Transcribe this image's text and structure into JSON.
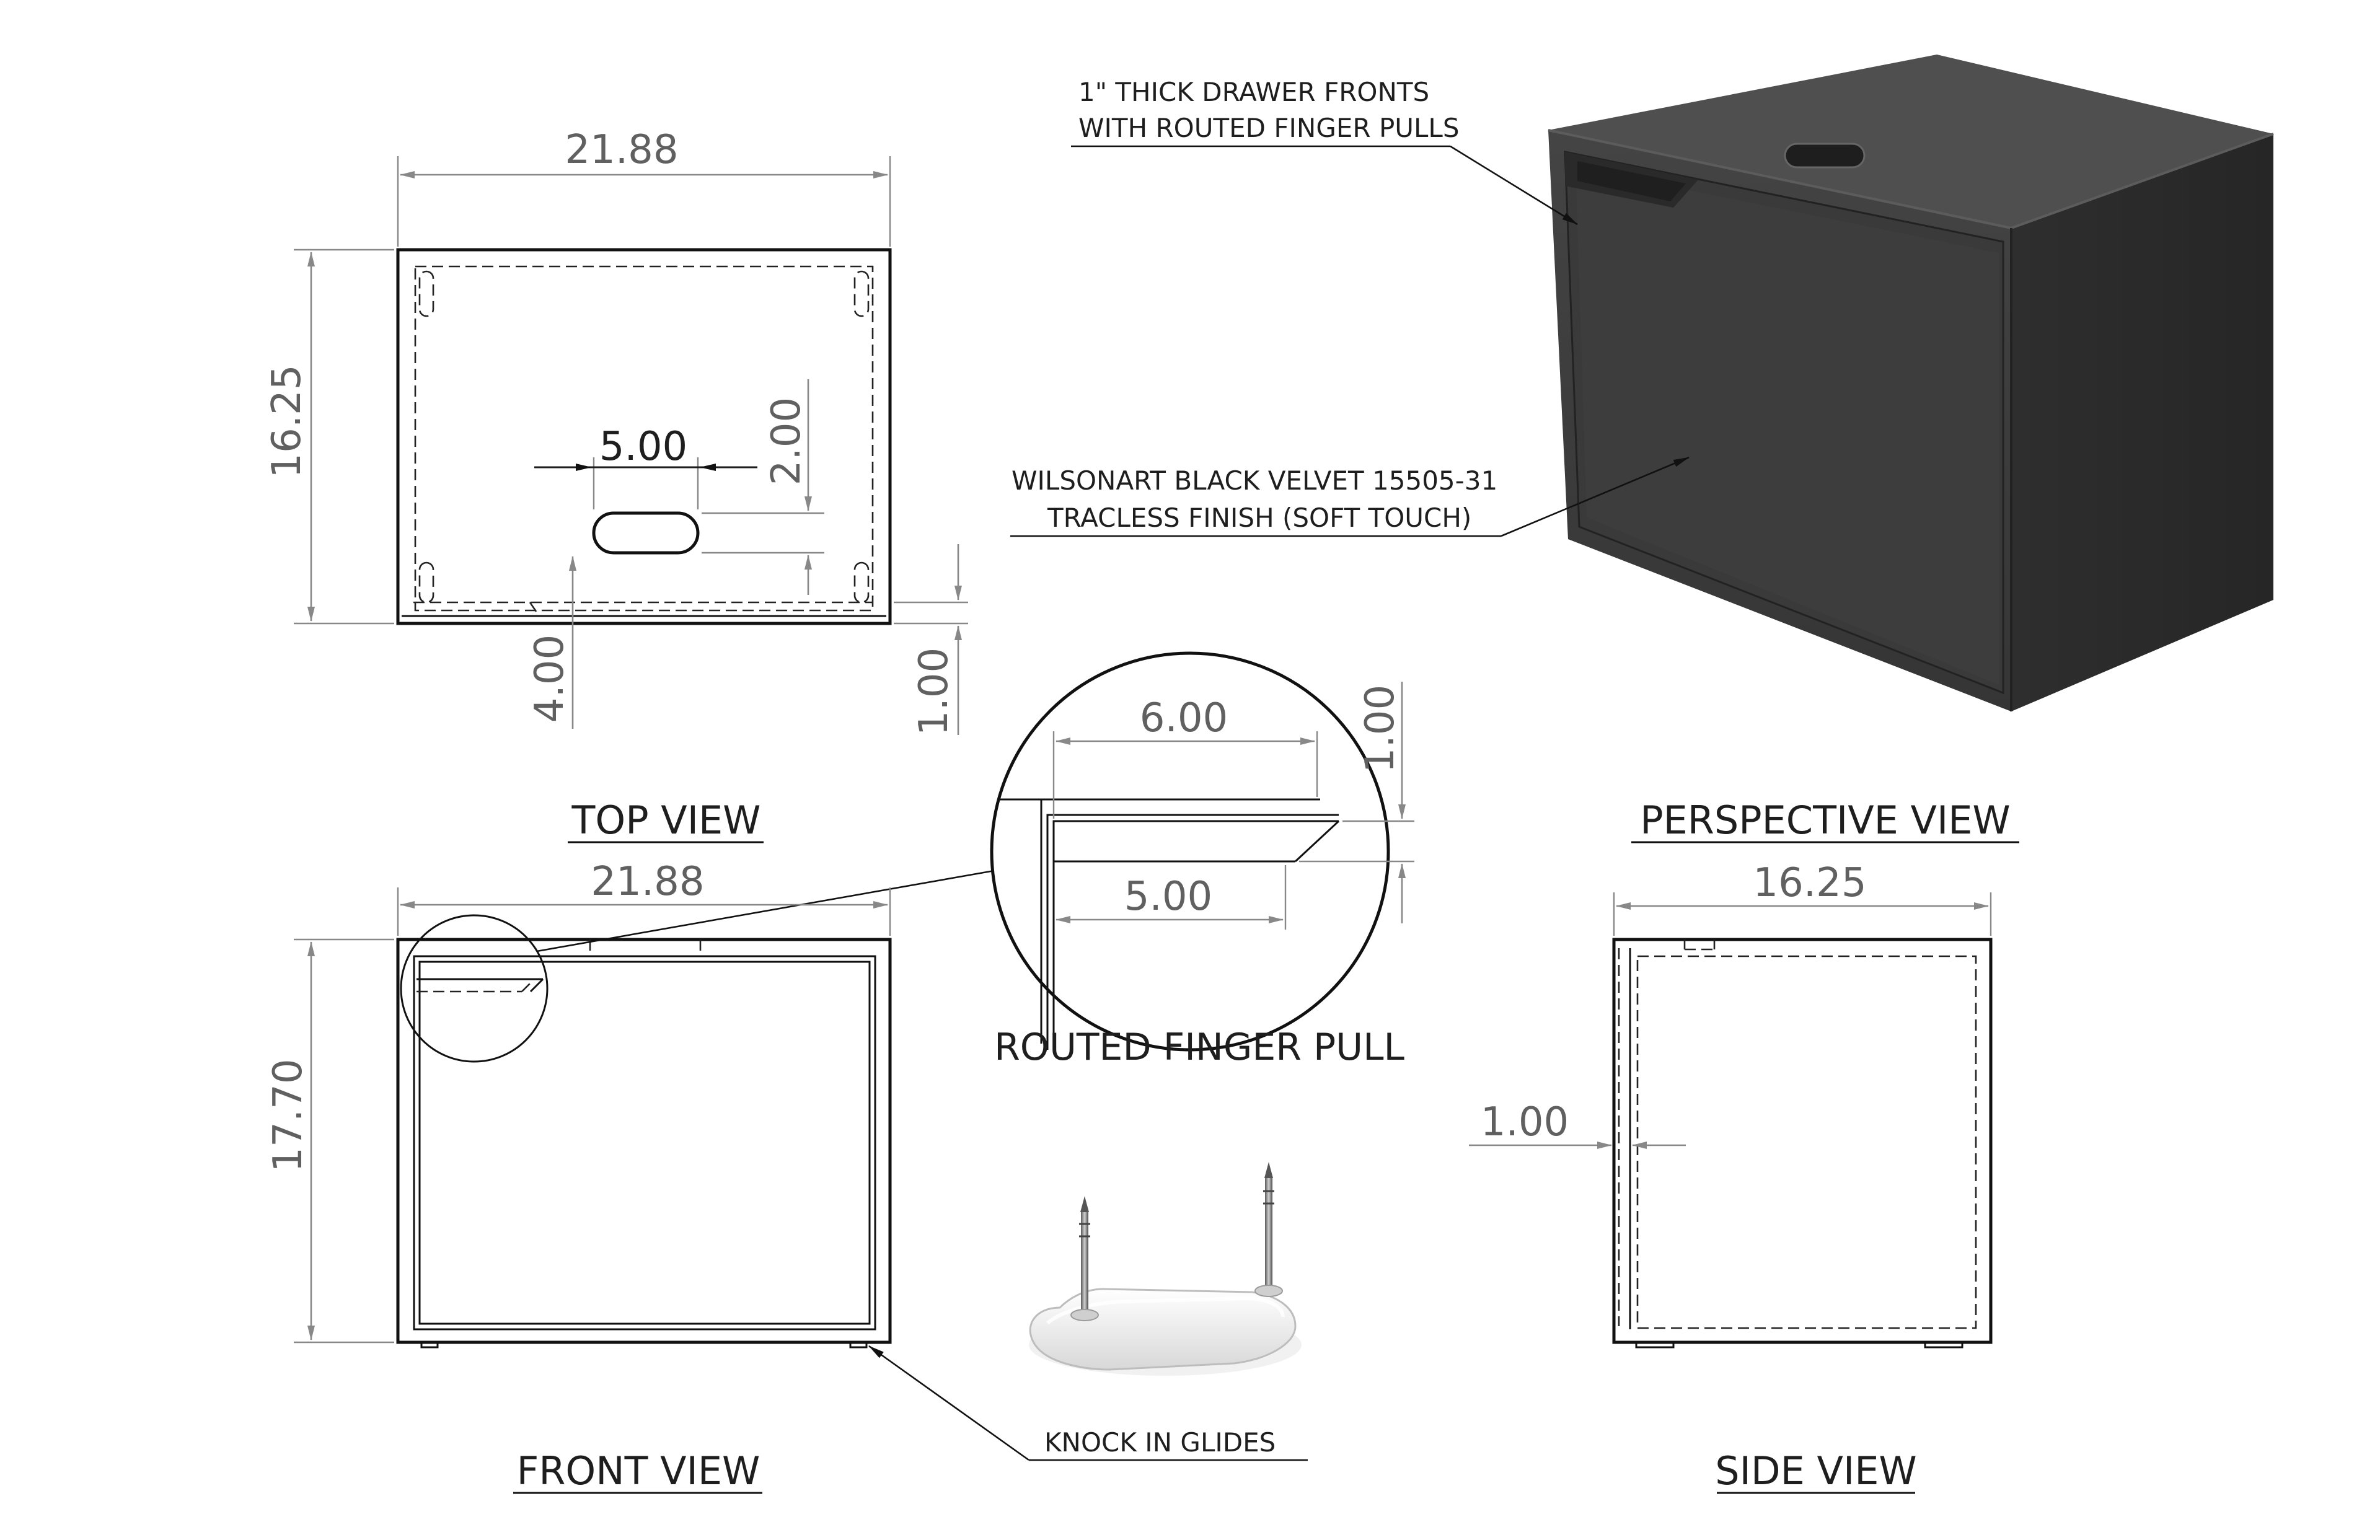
{
  "views": {
    "top": {
      "title": "TOP VIEW",
      "width_dim": "21.88",
      "depth_dim": "16.25",
      "pull_length_dim": "5.00",
      "pull_offset_dim": "2.00",
      "pull_from_front_dim": "4.00",
      "front_thickness_dim": "1.00"
    },
    "front": {
      "title": "FRONT VIEW",
      "width_dim": "21.88",
      "height_dim": "17.70"
    },
    "side": {
      "title": "SIDE VIEW",
      "depth_dim": "16.25",
      "front_thickness_dim": "1.00"
    },
    "perspective": {
      "title": "PERSPECTIVE VIEW"
    },
    "detail": {
      "title": "ROUTED FINGER PULL",
      "outer_width_dim": "6.00",
      "inner_width_dim": "5.00",
      "depth_dim": "1.00"
    }
  },
  "callouts": {
    "drawer_fronts_line1": "1\" THICK DRAWER FRONTS",
    "drawer_fronts_line2": "WITH ROUTED FINGER PULLS",
    "finish_line1": "WILSONART BLACK VELVET 15505-31",
    "finish_line2": "TRACLESS FINISH (SOFT TOUCH)",
    "glides": "KNOCK IN GLIDES"
  },
  "colors": {
    "cabinet_front": "#3c3c3c",
    "cabinet_top": "#505050",
    "cabinet_side": "#2a2a2a",
    "glide_base": "#f4f4f4"
  }
}
